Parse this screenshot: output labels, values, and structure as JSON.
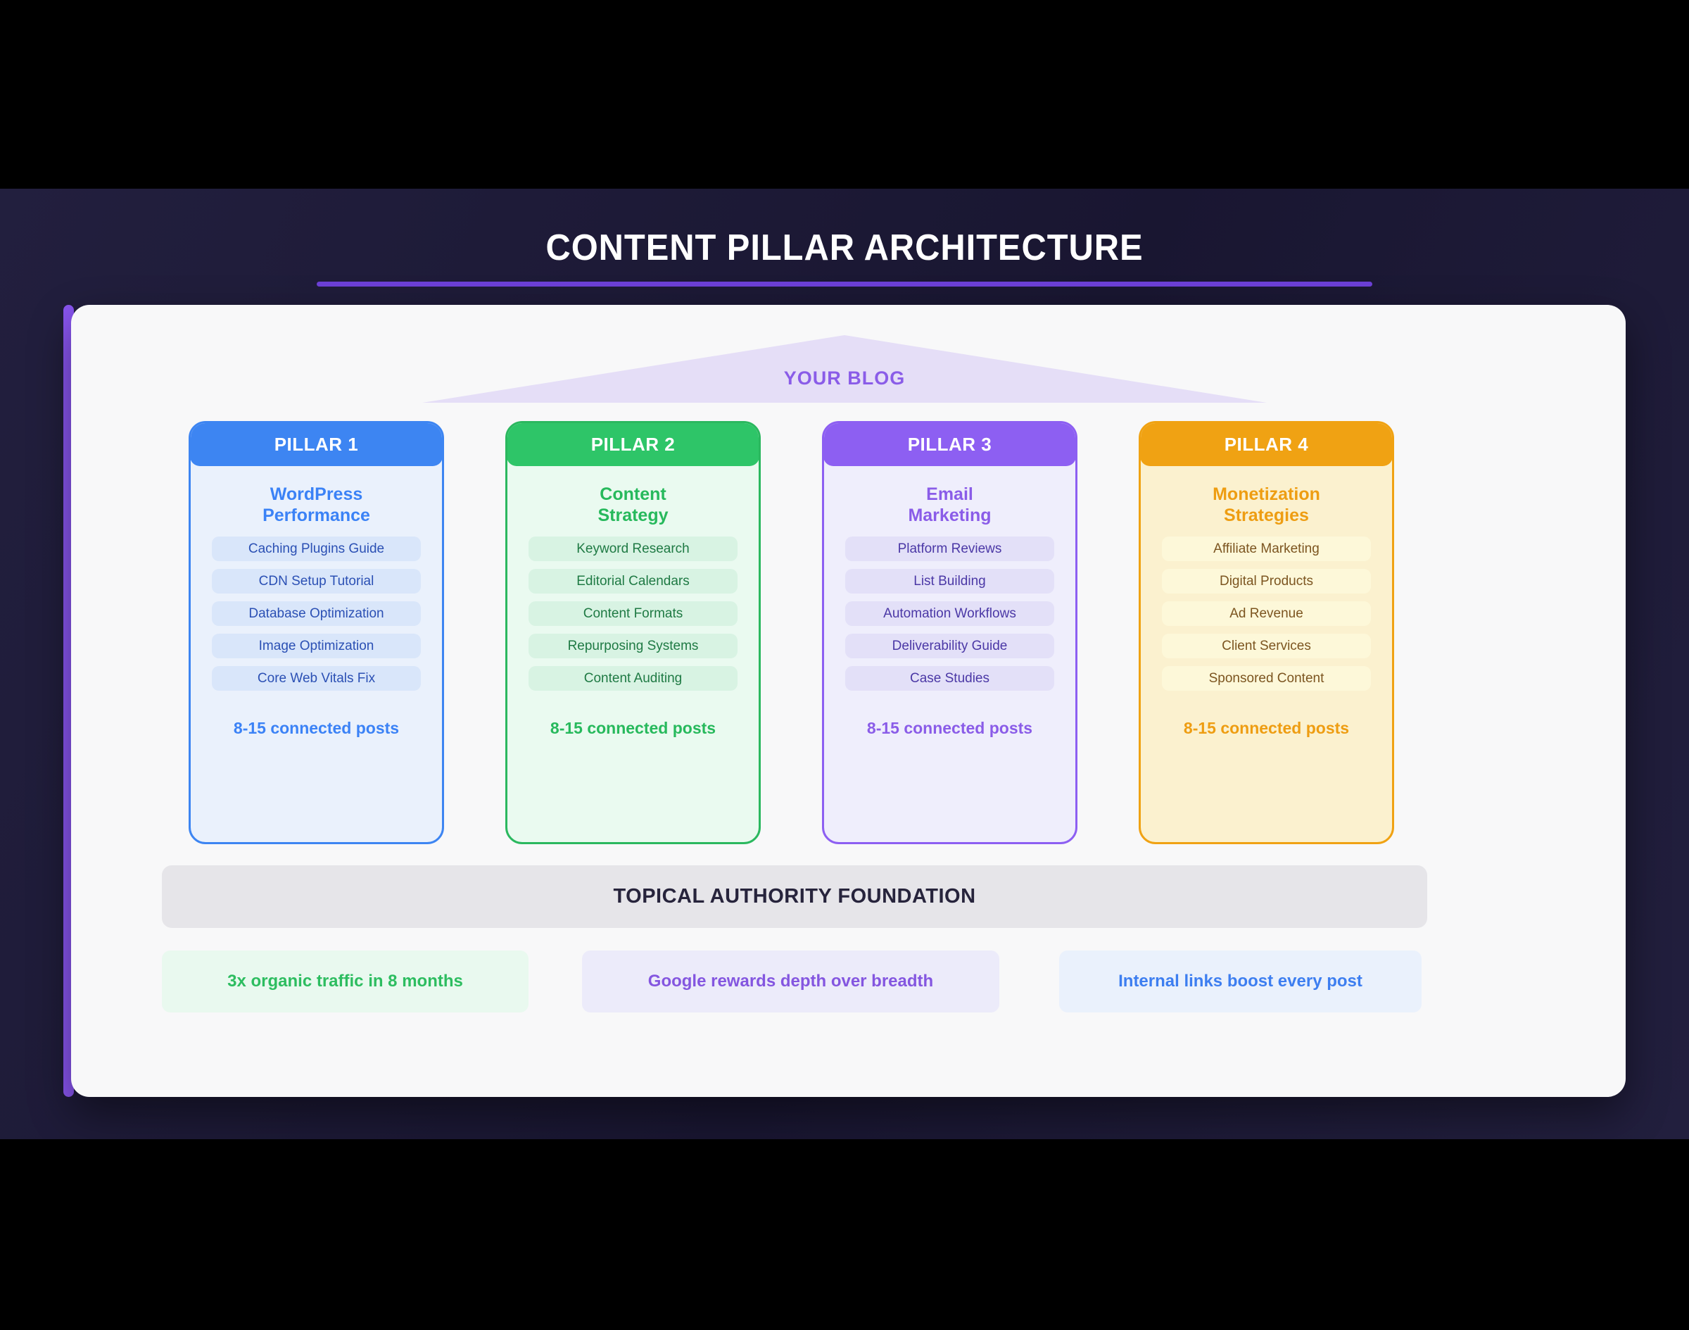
{
  "title": "CONTENT PILLAR ARCHITECTURE",
  "roof": {
    "label": "YOUR BLOG"
  },
  "pillars": [
    {
      "label": "PILLAR 1",
      "title_line1": "WordPress",
      "title_line2": "Performance",
      "items": [
        "Caching Plugins Guide",
        "CDN Setup Tutorial",
        "Database Optimization",
        "Image Optimization",
        "Core Web Vitals Fix"
      ],
      "footer": "8-15 connected posts",
      "colors": {
        "header": "#3d85f2",
        "border": "#3d85f2",
        "body": "#eaf1fc",
        "item_bg": "#d9e6fa",
        "item_text": "#2b50b4",
        "accent": "#3b82f6"
      }
    },
    {
      "label": "PILLAR 2",
      "title_line1": "Content",
      "title_line2": "Strategy",
      "items": [
        "Keyword Research",
        "Editorial Calendars",
        "Content Formats",
        "Repurposing Systems",
        "Content Auditing"
      ],
      "footer": "8-15 connected posts",
      "colors": {
        "header": "#2ec568",
        "border": "#2bb85f",
        "body": "#eafaf0",
        "item_bg": "#d8f3e3",
        "item_text": "#1f7a44",
        "accent": "#27b95c"
      }
    },
    {
      "label": "PILLAR 3",
      "title_line1": "Email",
      "title_line2": "Marketing",
      "items": [
        "Platform Reviews",
        "List Building",
        "Automation Workflows",
        "Deliverability Guide",
        "Case Studies"
      ],
      "footer": "8-15 connected posts",
      "colors": {
        "header": "#8d5ff2",
        "border": "#8d5ff2",
        "body": "#efeefc",
        "item_bg": "#e3e0f8",
        "item_text": "#4b38a6",
        "accent": "#8a5ce8"
      }
    },
    {
      "label": "PILLAR 4",
      "title_line1": "Monetization",
      "title_line2": "Strategies",
      "items": [
        "Affiliate Marketing",
        "Digital Products",
        "Ad Revenue",
        "Client Services",
        "Sponsored Content"
      ],
      "footer": "8-15 connected posts",
      "colors": {
        "header": "#f0a213",
        "border": "#f0a213",
        "body": "#fbf1cf",
        "item_bg": "#fdf8d9",
        "item_text": "#7c5520",
        "accent": "#ee9d12"
      }
    }
  ],
  "foundation": {
    "label": "TOPICAL AUTHORITY FOUNDATION"
  },
  "stats": [
    {
      "label": "3x organic traffic in 8 months",
      "text_color": "#2dbd60",
      "bg": "#e9f9ef"
    },
    {
      "label": "Google rewards depth over breadth",
      "text_color": "#8456e0",
      "bg": "#ecebfa"
    },
    {
      "label": "Internal links boost every post",
      "text_color": "#3d7ef0",
      "bg": "#eaf1fc"
    }
  ],
  "colors": {
    "page_bg": "#000000",
    "band_bg_1": "#221f3e",
    "band_bg_2": "#191631",
    "title_text": "#ffffff",
    "title_underline": "#6d40d8",
    "card_bg": "#f8f8f9",
    "card_accent": "#8a56f2",
    "roof_bg": "#e5def7",
    "roof_text": "#8a5ce8",
    "foundation_bg": "#e6e5e9",
    "foundation_text": "#27243c"
  }
}
